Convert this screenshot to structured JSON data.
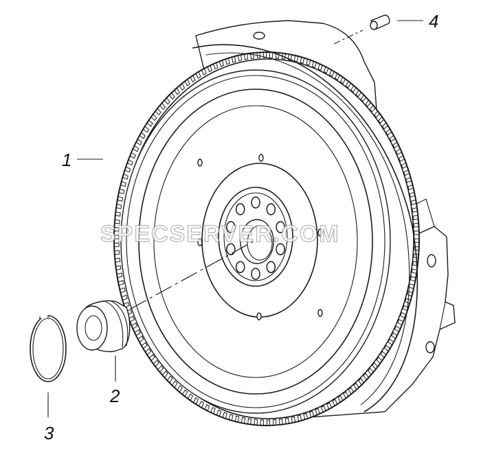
{
  "watermark": "SPECSERVER.COM",
  "callouts": [
    {
      "id": "flywheel",
      "label": "1"
    },
    {
      "id": "bushing",
      "label": "2"
    },
    {
      "id": "retaining-ring",
      "label": "3"
    },
    {
      "id": "pin",
      "label": "4"
    }
  ],
  "colors": {
    "line": "#1a1a1a",
    "background": "#ffffff",
    "watermark_stroke": "#9a9a9a"
  }
}
